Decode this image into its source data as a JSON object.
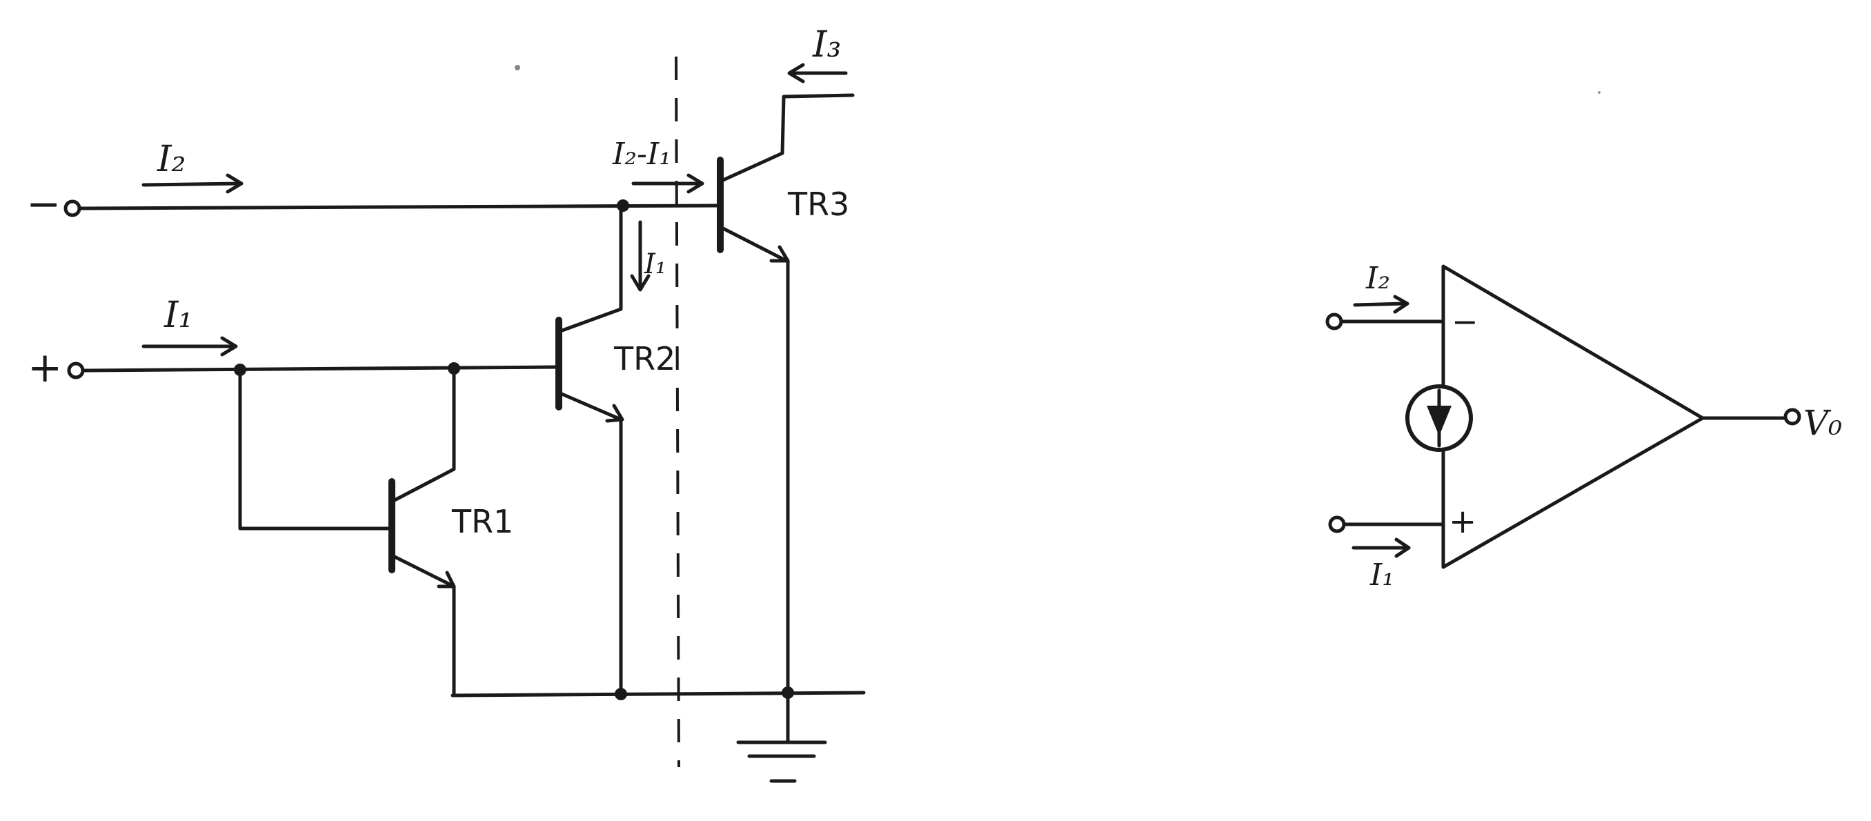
{
  "circuit": {
    "input_minus": "−o",
    "input_plus": "+o",
    "current_labels": {
      "i2": "I₂",
      "i1": "I₁",
      "i3": "I₃",
      "i2_minus_i1": "I₂-I₁",
      "i1_branch": "I₁"
    },
    "transistors": {
      "tr1": "TR1",
      "tr2": "TR2",
      "tr3": "TR3"
    }
  },
  "opamp": {
    "minus_sign": "−",
    "plus_sign": "+",
    "current_labels": {
      "i2": "I₂",
      "i1": "I₁"
    },
    "output_label": "V₀"
  }
}
